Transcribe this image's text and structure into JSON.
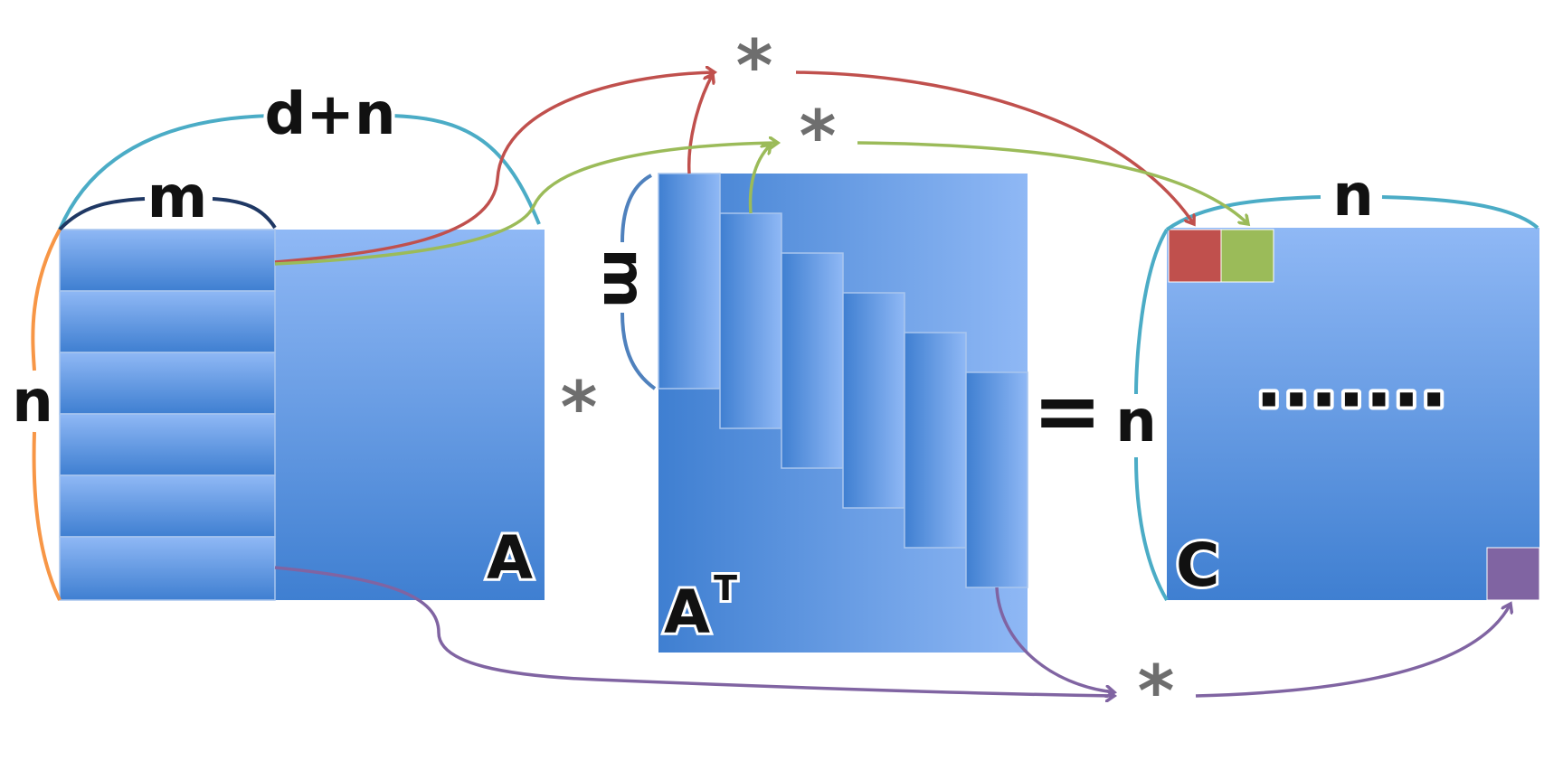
{
  "matrices": {
    "a": {
      "label": "A"
    },
    "at": {
      "label": "A",
      "superscript": "T"
    },
    "c": {
      "label": "C"
    }
  },
  "dimensions": {
    "a_width": "d+n",
    "block_width": "m",
    "a_height": "n",
    "at_block_height": "m",
    "c_width": "n",
    "c_height": "n"
  },
  "operators": {
    "multiply": "*",
    "equals": "=",
    "ellipsis": "·······"
  },
  "colors": {
    "matrix_light": "#8fb8f5",
    "matrix_dark": "#3f7fd1",
    "red": "#c0504d",
    "green": "#9bbb59",
    "purple": "#8064a2",
    "teal": "#4bacc6",
    "navy": "#1f3864",
    "orange": "#f79646"
  },
  "counts": {
    "row_blocks": 6
  }
}
